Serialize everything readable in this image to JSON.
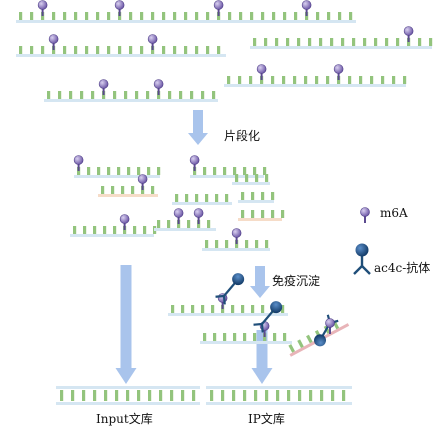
{
  "colors": {
    "strand": "#d5e6f2",
    "strand_alt": "#f6dcc8",
    "base": "#93c47d",
    "m6a_fill": "#8e7cc3",
    "antibody": "#1f4e79",
    "antibody_head": "#2e5f97",
    "arrow": "#a9c4ec",
    "rna_fragment": "#e8b4b8"
  },
  "steps": {
    "fragmentation": "片段化",
    "immunoprecipitation": "免疫沉淀"
  },
  "legend": {
    "m6a": "m6A",
    "antibody": "ac4c-抗体"
  },
  "libraries": {
    "input": "Input文库",
    "ip": "IP文库"
  }
}
